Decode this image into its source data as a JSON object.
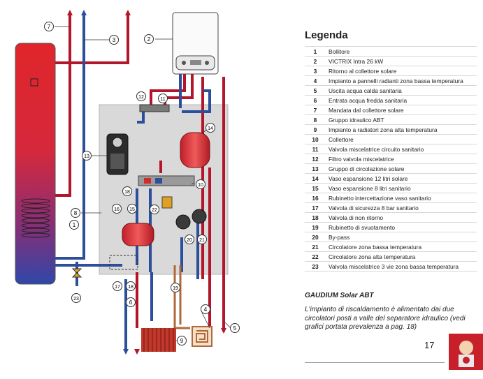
{
  "legend": {
    "title": "Legenda",
    "items": [
      {
        "num": "1",
        "label": "Bollitore"
      },
      {
        "num": "2",
        "label": "VICTRIX Intra 26 kW"
      },
      {
        "num": "3",
        "label": "Ritorno al collettore solare"
      },
      {
        "num": "4",
        "label": "Impianto a pannelli radianti zona bassa temperatura"
      },
      {
        "num": "5",
        "label": "Uscita acqua calda sanitaria"
      },
      {
        "num": "6",
        "label": "Entrata acqua fredda sanitaria"
      },
      {
        "num": "7",
        "label": "Mandata dal collettore solare"
      },
      {
        "num": "8",
        "label": "Gruppo idraulico ABT"
      },
      {
        "num": "9",
        "label": "Impianto a radiatori zona alta temperatura"
      },
      {
        "num": "10",
        "label": "Collettore"
      },
      {
        "num": "11",
        "label": "Valvola miscelatrice circuito sanitario"
      },
      {
        "num": "12",
        "label": "Filtro valvola miscelatrice"
      },
      {
        "num": "13",
        "label": "Gruppo di circolazione solare"
      },
      {
        "num": "14",
        "label": "Vaso espansione 12 litri solare"
      },
      {
        "num": "15",
        "label": "Vaso espansione 8 litri sanitario"
      },
      {
        "num": "16",
        "label": "Rubinetto intercettazione vaso sanitario"
      },
      {
        "num": "17",
        "label": "Valvola di sicurezza 8 bar sanitario"
      },
      {
        "num": "18",
        "label": "Valvola di non ritorno"
      },
      {
        "num": "19",
        "label": "Rubinetto di svuotamento"
      },
      {
        "num": "20",
        "label": "By-pass"
      },
      {
        "num": "21",
        "label": "Circolatore zona bassa temperatura"
      },
      {
        "num": "22",
        "label": "Circolatore zona alta temperatura"
      },
      {
        "num": "23",
        "label": "Valvola miscelatrice 3 vie zona bassa temperatura"
      }
    ]
  },
  "caption": {
    "title": "GAUDIUM Solar ABT",
    "body": "L'impianto di riscaldamento è alimentato dai due circolatori posti a valle del separatore idraulico (vedi grafici portata prevalenza a pag. 18)"
  },
  "page_number": "17",
  "diagram": {
    "callouts": [
      "1",
      "2",
      "3",
      "4",
      "5",
      "6",
      "7",
      "8",
      "9",
      "10",
      "11",
      "12",
      "13",
      "14",
      "15",
      "16",
      "17",
      "18",
      "18",
      "19",
      "20",
      "21",
      "22",
      "23"
    ]
  },
  "colors": {
    "hot_pipe": "#b3152a",
    "cold_pipe": "#2b4f9a",
    "copper_pipe": "#b0683a",
    "panel_grey": "#d9d9d9"
  }
}
